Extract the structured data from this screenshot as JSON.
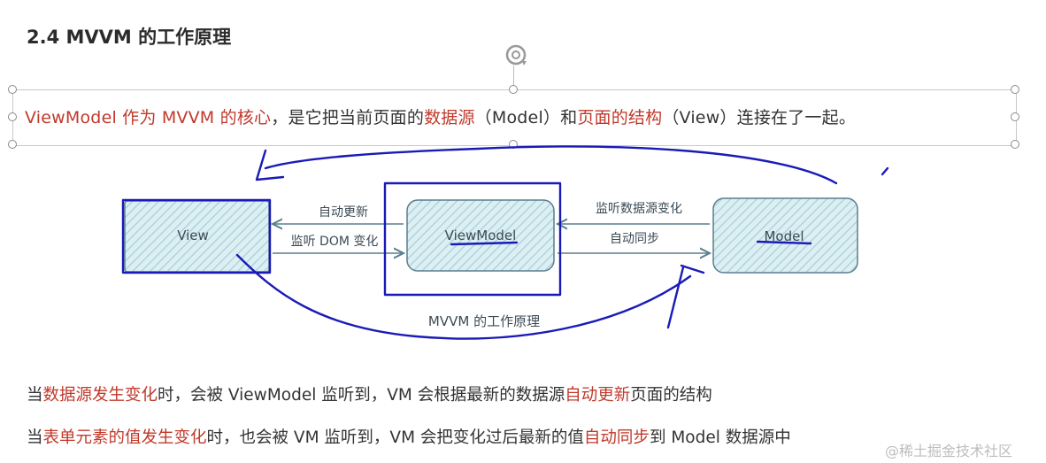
{
  "heading": "2.4 MVVM 的工作原理",
  "summary": {
    "segments": [
      {
        "text": "ViewModel 作为 MVVM 的核心",
        "highlight": true
      },
      {
        "text": "，是它把当前页面的",
        "highlight": false
      },
      {
        "text": "数据源",
        "highlight": true
      },
      {
        "text": "（Model）和",
        "highlight": false
      },
      {
        "text": "页面的结构",
        "highlight": true
      },
      {
        "text": "（View）连接在了一起。",
        "highlight": false
      }
    ]
  },
  "diagram": {
    "view_label": "View",
    "viewmodel_label": "ViewModel",
    "model_label": "Model",
    "arrow_auto_update": "自动更新",
    "arrow_listen_dom": "监听 DOM 变化",
    "arrow_listen_data": "监听数据源变化",
    "arrow_auto_sync": "自动同步",
    "caption": "MVVM 的工作原理"
  },
  "notes": [
    {
      "segments": [
        {
          "text": "当",
          "highlight": false
        },
        {
          "text": "数据源发生变化",
          "highlight": true
        },
        {
          "text": "时，会被 ViewModel 监听到，VM 会根据最新的数据源",
          "highlight": false
        },
        {
          "text": "自动更新",
          "highlight": true
        },
        {
          "text": "页面的结构",
          "highlight": false
        }
      ]
    },
    {
      "segments": [
        {
          "text": "当",
          "highlight": false
        },
        {
          "text": "表单元素的值发生变化",
          "highlight": true
        },
        {
          "text": "时，也会被 VM 监听到，VM 会把变化过后最新的值",
          "highlight": false
        },
        {
          "text": "自动同步",
          "highlight": true
        },
        {
          "text": "到 Model 数据源中",
          "highlight": false
        }
      ]
    }
  ],
  "watermark": "@稀土掘金技术社区",
  "colors": {
    "highlight": "#c0392b",
    "box_fill": "#c6e3ea",
    "box_stroke": "#5a7f8e",
    "annotation_ink": "#1a1ab8"
  }
}
